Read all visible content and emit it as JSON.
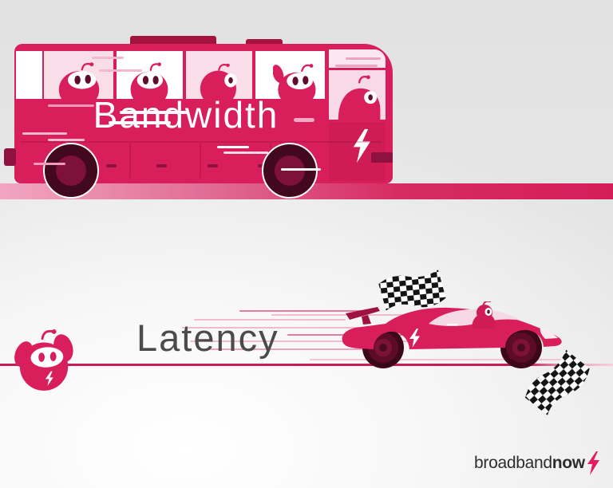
{
  "bandwidth_scene": {
    "label": "Bandwidth",
    "vehicle": "bus full of robot passengers"
  },
  "latency_scene": {
    "label": "Latency",
    "vehicle": "race car with robot driver and checkered flags"
  },
  "logo": {
    "part1": "broadband",
    "part2": "now"
  },
  "icons": {
    "lightning_bolt": "⚡",
    "checkered_flag": "🏁",
    "robot": "🤖"
  },
  "colors": {
    "accent_crimson": "#d81e5b",
    "dark_maroon": "#42081d",
    "light_pink_window": "#f8d9e7",
    "label_gray": "#4b4b4b",
    "logo_dark": "#2d2d2d",
    "background_gray": "#e5e5e5"
  }
}
